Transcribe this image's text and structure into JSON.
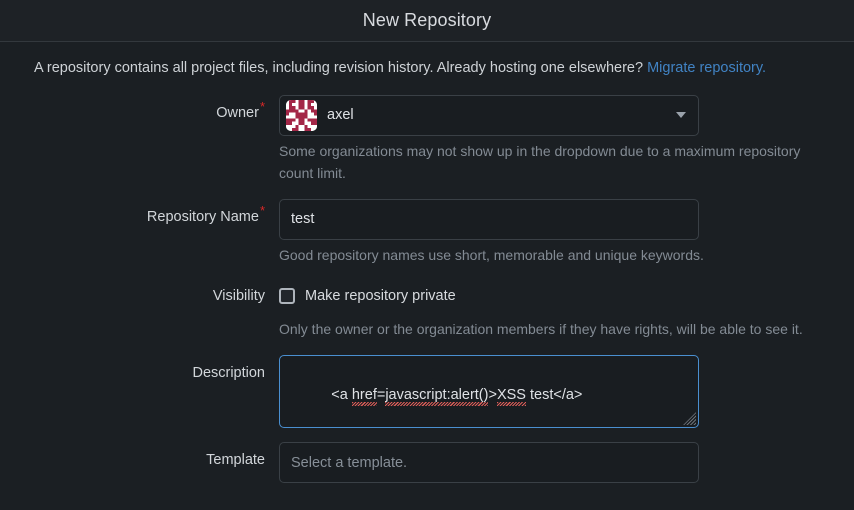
{
  "header": {
    "title": "New Repository"
  },
  "intro": {
    "text": "A repository contains all project files, including revision history. Already hosting one elsewhere? ",
    "link_label": "Migrate repository."
  },
  "colors": {
    "background": "#1b1f23",
    "header_background": "#1e2226",
    "link": "#4183c4",
    "required_star": "#db2828",
    "focus_border": "#4a8fd0",
    "input_border": "#3a4046",
    "help_text": "#838b94",
    "avatar_pattern": "#a32647"
  },
  "form": {
    "owner": {
      "label": "Owner",
      "required_marker": "*",
      "avatar_name": "user-avatar-identicon",
      "value": "axel",
      "caret_icon": "chevron-down-icon",
      "help": "Some organizations may not show up in the dropdown due to a maximum repository count limit."
    },
    "repository_name": {
      "label": "Repository Name",
      "required_marker": "*",
      "value": "test",
      "help": "Good repository names use short, memorable and unique keywords."
    },
    "visibility": {
      "label": "Visibility",
      "checkbox_label": "Make repository private",
      "checked": false,
      "help": "Only the owner or the organization members if they have rights, will be able to see it."
    },
    "description": {
      "label": "Description",
      "value_parts": [
        {
          "text": "<a ",
          "spellcheck_error": false
        },
        {
          "text": "href",
          "spellcheck_error": true
        },
        {
          "text": "=",
          "spellcheck_error": false
        },
        {
          "text": "javascript:alert()",
          "spellcheck_error": true
        },
        {
          "text": ">",
          "spellcheck_error": false
        },
        {
          "text": "XSS",
          "spellcheck_error": true
        },
        {
          "text": " test</a>",
          "spellcheck_error": false
        }
      ],
      "value": "<a href=javascript:alert()>XSS test</a>",
      "focused": true,
      "resize_handle_icon": "resize-grip-icon"
    },
    "template": {
      "label": "Template",
      "value": "",
      "placeholder": "Select a template."
    }
  }
}
